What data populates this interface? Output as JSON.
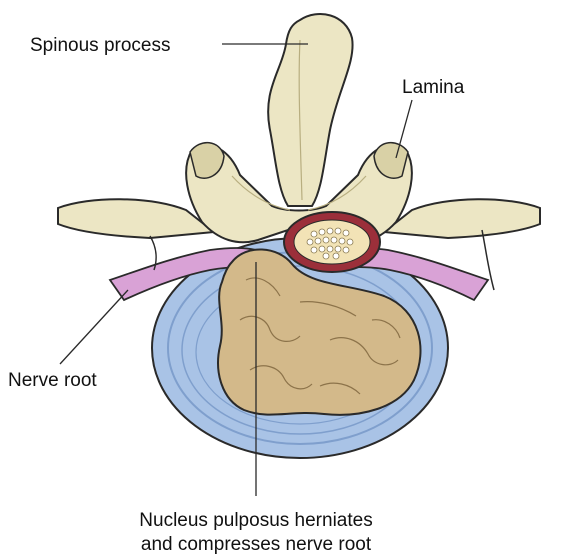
{
  "labels": {
    "spinous_process": "Spinous process",
    "lamina": "Lamina",
    "nerve_root": "Nerve root",
    "caption_line1": "Nucleus pulposus herniates",
    "caption_line2": "and compresses nerve root"
  },
  "colors": {
    "bone": "#ece6c4",
    "bone_shade": "#d9d1a6",
    "disc_ring": "#a9c3e6",
    "disc_ring_dark": "#7f9fcd",
    "nucleus": "#d3b98a",
    "nerve": "#d9a2d6",
    "cord_ring": "#9b2f3a",
    "cord_fill": "#f2e3b6",
    "outline": "#2a2a2a"
  }
}
